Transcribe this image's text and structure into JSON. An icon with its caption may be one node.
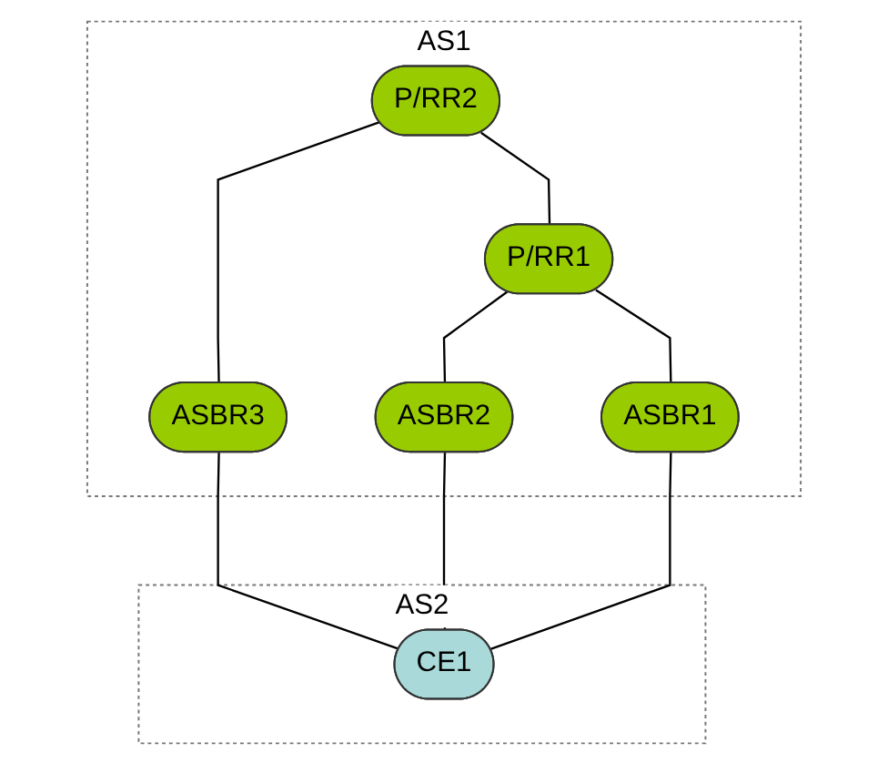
{
  "diagram": {
    "nodes": [
      {
        "text": [
          "AS1"
        ]
      },
      {
        "text": [
          "P/RR2"
        ],
        "in": 0
      },
      {
        "text": [
          "P/RR1"
        ],
        "in": 0
      },
      {
        "text": [
          "ASBR3"
        ],
        "in": 0
      },
      {
        "text": [
          "ASBR2"
        ],
        "in": 0
      },
      {
        "text": [
          "ASBR1"
        ],
        "in": 0
      },
      {
        "text": [
          "AS2"
        ]
      },
      {
        "text": [
          "CE1"
        ],
        "in": 6
      }
    ],
    "edges": [
      {
        "from": 1,
        "to": 2,
        "arrow": "none"
      },
      {
        "from": 1,
        "to": 3,
        "arrow": "none"
      },
      {
        "from": 2,
        "to": 4,
        "arrow": "none"
      },
      {
        "from": 2,
        "to": 5,
        "arrow": "none"
      },
      {
        "from": 3,
        "to": 7,
        "arrow": "none"
      },
      {
        "from": 4,
        "to": 7,
        "arrow": "none"
      },
      {
        "from": 5,
        "to": 7,
        "arrow": "none"
      }
    ]
  }
}
